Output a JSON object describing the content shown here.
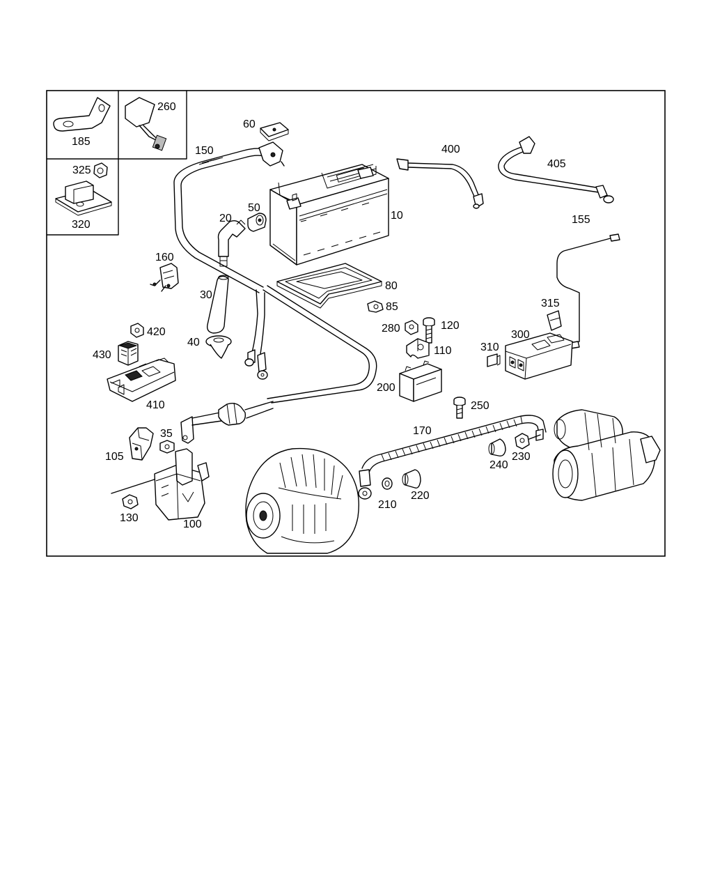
{
  "colors": {
    "line": "#000000",
    "background": "#ffffff"
  },
  "parts": {
    "p10": "10",
    "p20": "20",
    "p30": "30",
    "p35": "35",
    "p40": "40",
    "p50": "50",
    "p60": "60",
    "p80": "80",
    "p85": "85",
    "p100": "100",
    "p105": "105",
    "p110": "110",
    "p120": "120",
    "p130": "130",
    "p150": "150",
    "p155": "155",
    "p160": "160",
    "p170": "170",
    "p185": "185",
    "p200": "200",
    "p210": "210",
    "p220": "220",
    "p230": "230",
    "p240": "240",
    "p250": "250",
    "p260": "260",
    "p280": "280",
    "p300": "300",
    "p310": "310",
    "p315": "315",
    "p320": "320",
    "p325": "325",
    "p400": "400",
    "p405": "405",
    "p410": "410",
    "p420": "420",
    "p430": "430"
  }
}
